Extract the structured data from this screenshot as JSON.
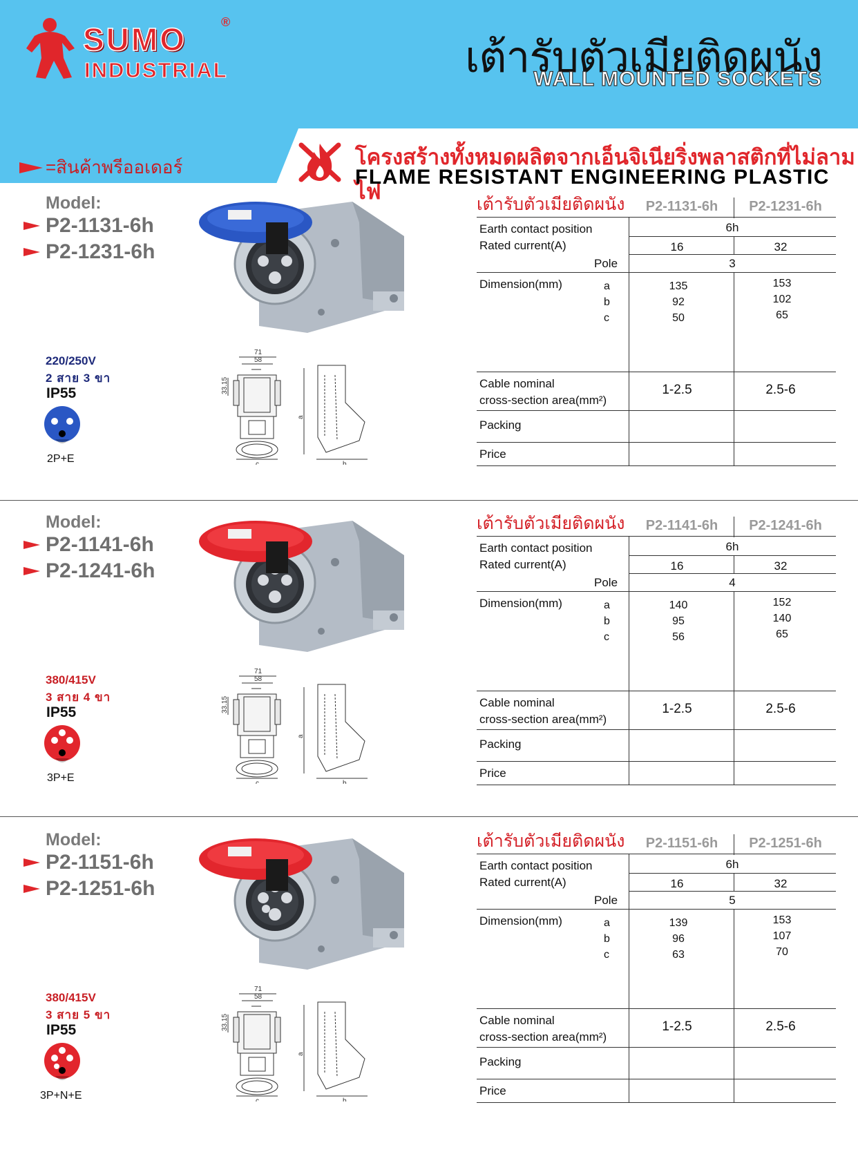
{
  "brand": {
    "name": "SUMO",
    "sub": "INDUSTRIAL",
    "reg": "®"
  },
  "header": {
    "title_th": "เต้ารับตัวเมียติดผนัง",
    "title_en": "WALL MOUNTED SOCKETS"
  },
  "band": {
    "th": "โครงสร้างทั้งหมดผลิตจากเอ็นจิเนียริ่งพลาสติกที่ไม่ลามไฟ",
    "en": "FLAME RESISTANT ENGINEERING PLASTIC"
  },
  "order_note": "=สินค้าพรีออเดอร์",
  "labels": {
    "model": "Model:",
    "spec_title": "เต้ารับตัวเมียติดผนัง",
    "earth": "Earth contact position",
    "rated": "Rated current(A)",
    "pole": "Pole",
    "dimension": "Dimension(mm)",
    "a": "a",
    "b": "b",
    "c": "c",
    "cable1": "Cable nominal",
    "cable2": "cross-section area(mm²)",
    "packing": "Packing",
    "price": "Price",
    "ip": "IP55",
    "dim71": "71",
    "dim58": "58",
    "dim3315": "33.15",
    "dim_a": "a",
    "dim_b": "b",
    "dim_c": "c"
  },
  "colors": {
    "blue_cap": "#2a57c4",
    "red_cap": "#e2262d",
    "body": "#aab3bd",
    "accent": "#e0262b",
    "sky": "#57c3ef"
  },
  "sections": [
    {
      "models": [
        "P2-1131-6h",
        "P2-1231-6h"
      ],
      "voltage": "220/250V",
      "voltage_color": "#1e2a7a",
      "wire": "2 สาย 3 ขา",
      "poles": "2P+E",
      "cap": "blue",
      "earth": "6h",
      "pole": "3",
      "c1": {
        "rated": "16",
        "a": "135",
        "b": "92",
        "c": "50",
        "cable": "1-2.5"
      },
      "c2": {
        "rated": "32",
        "a": "153",
        "b": "102",
        "c": "65",
        "cable": "2.5-6"
      }
    },
    {
      "models": [
        "P2-1141-6h",
        "P2-1241-6h"
      ],
      "voltage": "380/415V",
      "voltage_color": "#c81e24",
      "wire": "3 สาย 4 ขา",
      "poles": "3P+E",
      "cap": "red",
      "earth": "6h",
      "pole": "4",
      "c1": {
        "rated": "16",
        "a": "140",
        "b": "95",
        "c": "56",
        "cable": "1-2.5"
      },
      "c2": {
        "rated": "32",
        "a": "152",
        "b": "140",
        "c": "65",
        "cable": "2.5-6"
      }
    },
    {
      "models": [
        "P2-1151-6h",
        "P2-1251-6h"
      ],
      "voltage": "380/415V",
      "voltage_color": "#c81e24",
      "wire": "3 สาย 5 ขา",
      "poles": "3P+N+E",
      "cap": "red",
      "earth": "6h",
      "pole": "5",
      "c1": {
        "rated": "16",
        "a": "139",
        "b": "96",
        "c": "63",
        "cable": "1-2.5"
      },
      "c2": {
        "rated": "32",
        "a": "153",
        "b": "107",
        "c": "70",
        "cable": "2.5-6"
      }
    }
  ]
}
